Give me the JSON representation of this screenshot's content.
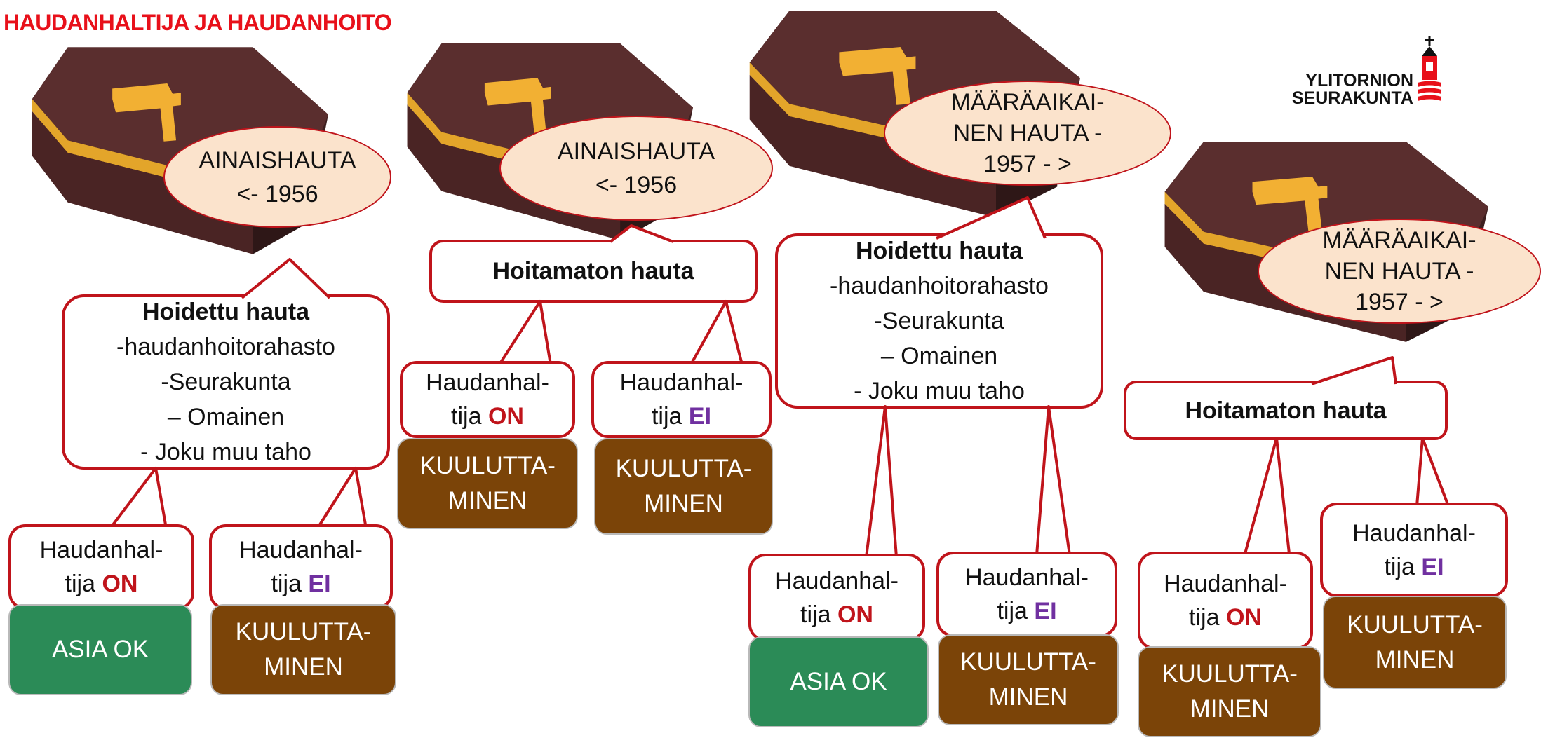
{
  "title": "HAUDANHALTIJA JA HAUDANHOITO",
  "logo": {
    "line1": "YLITORNION",
    "line2": "SEURAKUNTA"
  },
  "colors": {
    "title": "#e8101a",
    "border": "#c0141b",
    "oval_fill": "#fbe3cc",
    "brown": "#7b4408",
    "green": "#2b8b57",
    "ei": "#7030a0"
  },
  "col1": {
    "oval": [
      "AINAISHAUTA",
      "<- 1956"
    ],
    "callout": [
      "Hoidettu hauta",
      "-haudanhoitorahasto",
      "-Seurakunta",
      "– Omainen",
      "- Joku muu taho"
    ],
    "left": {
      "label": "Haudanhal-",
      "prefix": "tija ",
      "flag": "ON",
      "result": [
        "ASIA OK"
      ]
    },
    "right": {
      "label": "Haudanhal-",
      "prefix": "tija ",
      "flag": "EI",
      "result": [
        "KUULUTTA-",
        "MINEN"
      ]
    }
  },
  "col2": {
    "oval": [
      "AINAISHAUTA",
      "<- 1956"
    ],
    "callout": [
      "Hoitamaton hauta"
    ],
    "left": {
      "label": "Haudanhal-",
      "prefix": "tija ",
      "flag": "ON",
      "result": [
        "KUULUTTA-",
        "MINEN"
      ]
    },
    "right": {
      "label": "Haudanhal-",
      "prefix": "tija ",
      "flag": "EI",
      "result": [
        "KUULUTTA-",
        "MINEN"
      ]
    }
  },
  "col3": {
    "oval": [
      "MÄÄRÄAIKAI-",
      "NEN HAUTA  -",
      "1957 - >"
    ],
    "callout": [
      "Hoidettu hauta",
      "-haudanhoitorahasto",
      "-Seurakunta",
      "– Omainen",
      "- Joku muu taho"
    ],
    "left": {
      "label": "Haudanhal-",
      "prefix": "tija ",
      "flag": "ON",
      "result": [
        "ASIA OK"
      ]
    },
    "right": {
      "label": "Haudanhal-",
      "prefix": "tija ",
      "flag": "EI",
      "result": [
        "KUULUTTA-",
        "MINEN"
      ]
    }
  },
  "col4": {
    "oval": [
      "MÄÄRÄAIKAI-",
      "NEN HAUTA  -",
      "1957 - >"
    ],
    "callout": [
      "Hoitamaton hauta"
    ],
    "left": {
      "label": "Haudanhal-",
      "prefix": "tija ",
      "flag": "ON",
      "result": [
        "KUULUTTA-",
        "MINEN"
      ]
    },
    "right": {
      "label": "Haudanhal-",
      "prefix": "tija ",
      "flag": "EI",
      "result": [
        "KUULUTTA-",
        "MINEN"
      ]
    }
  }
}
